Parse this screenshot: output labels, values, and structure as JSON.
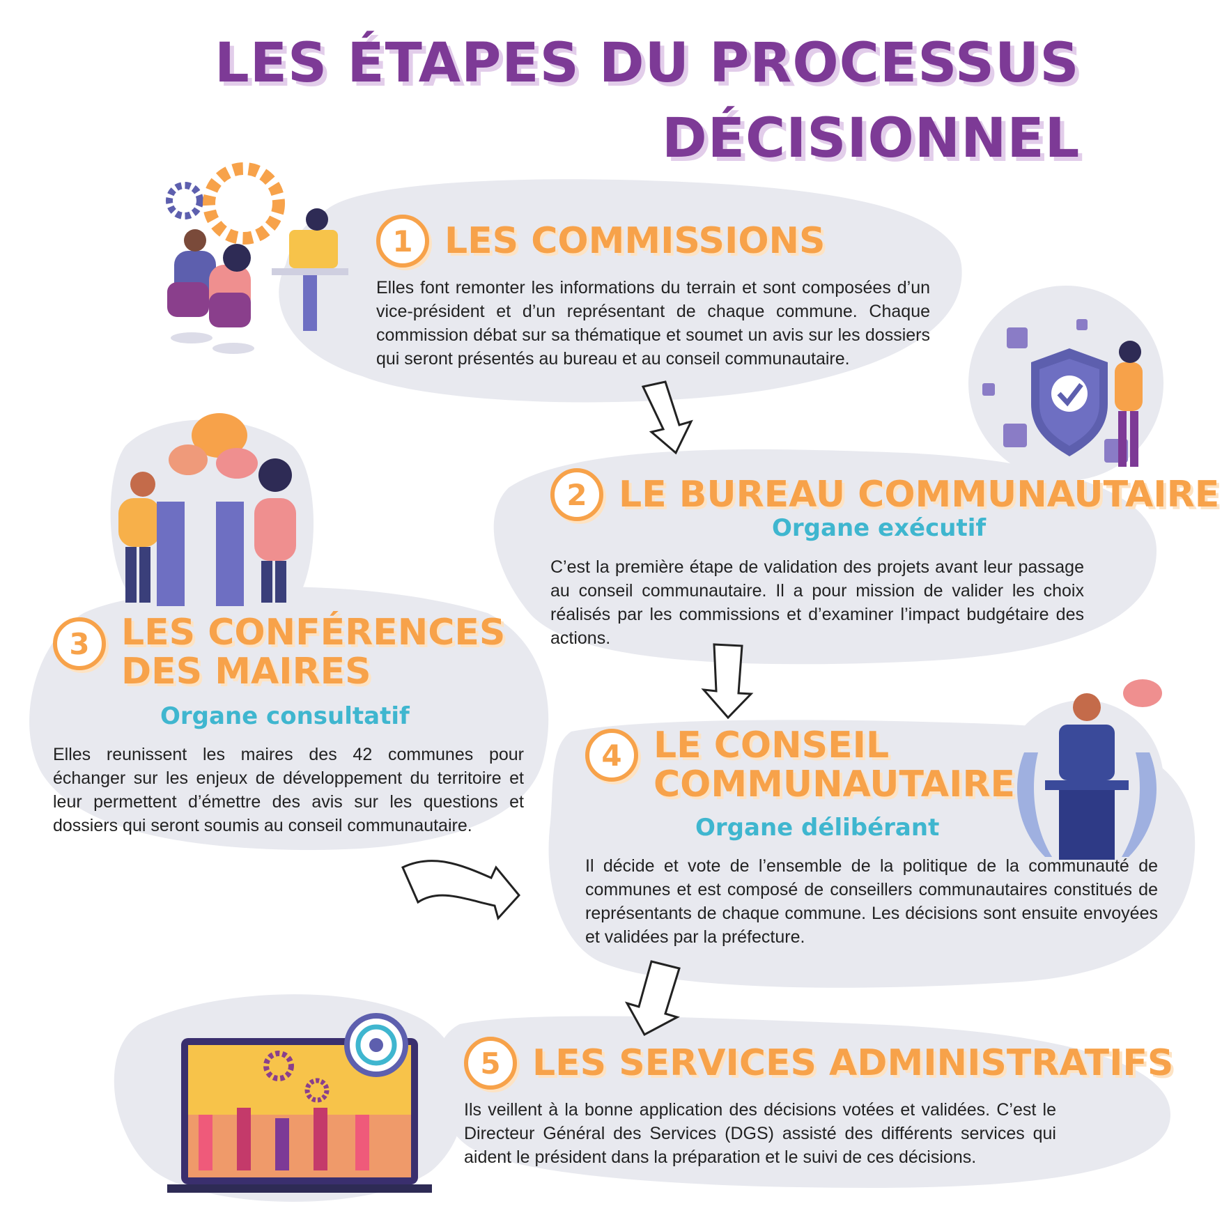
{
  "title": {
    "line1": "LES ÉTAPES DU PROCESSUS",
    "line2": "DÉCISIONNEL"
  },
  "steps": [
    {
      "number": "1",
      "title": "LES COMMISSIONS",
      "subtitle": "",
      "body": "Elles font remonter les informations du terrain et sont composées d’un vice-président et d’un représentant de chaque commune. Chaque commission débat sur sa thématique et soumet un avis sur les dossiers qui seront présentés au bureau et au conseil communautaire."
    },
    {
      "number": "2",
      "title": "LE BUREAU COMMUNAUTAIRE",
      "subtitle": "Organe exécutif",
      "body": "C’est la première étape de validation des projets avant leur passage au conseil communautaire. Il a pour mission de valider les choix réalisés par les commissions et d’examiner l’impact budgétaire des actions."
    },
    {
      "number": "3",
      "title_line1": "LES  CONFÉRENCES",
      "title_line2": "DES MAIRES",
      "subtitle": "Organe consultatif",
      "body": "Elles reunissent les maires des 42 communes pour échanger sur les enjeux de développement du territoire et leur permettent d’émettre des avis sur les questions et dossiers qui seront soumis au conseil communautaire."
    },
    {
      "number": "4",
      "title_line1": "LE CONSEIL",
      "title_line2": "COMMUNAUTAIRE",
      "subtitle": "Organe délibérant",
      "body": "Il décide et vote de l’ensemble de la politique de la communauté de communes et est composé de conseillers communautaires constitués de représentants de chaque commune. Les décisions sont ensuite envoyées et validées par la préfecture."
    },
    {
      "number": "5",
      "title": "LES SERVICES ADMINISTRATIFS",
      "subtitle": "",
      "body": "Ils veillent à la bonne application des décisions votées et validées. C’est le Directeur Général des Services (DGS) assisté des différents services qui aident le président dans la préparation et le suivi de ces décisions."
    }
  ],
  "colors": {
    "title": "#7d3a96",
    "step_title": "#f7a24a",
    "subtitle": "#3fb6cf",
    "blob": "#e8e9ef"
  }
}
